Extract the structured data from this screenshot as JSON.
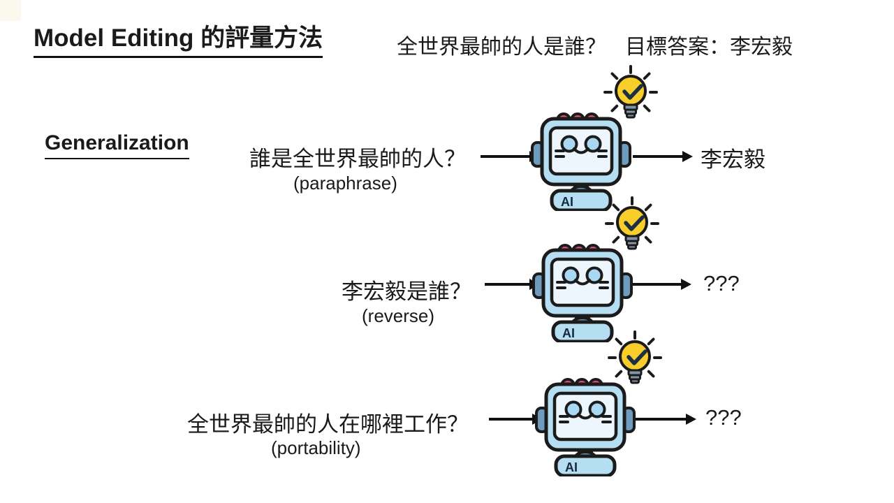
{
  "slide": {
    "title": "Model Editing 的評量方法",
    "header": {
      "question": "全世界最帥的人是誰？",
      "target": "目標答案：李宏毅"
    },
    "section": "Generalization",
    "rows": [
      {
        "question": "誰是全世界最帥的人？",
        "tag": "(paraphrase)",
        "answer": "李宏毅"
      },
      {
        "question": "李宏毅是誰？",
        "tag": "(reverse)",
        "answer": "???"
      },
      {
        "question": "全世界最帥的人在哪裡工作？",
        "tag": "(portability)",
        "answer": "???"
      }
    ],
    "ai_label": "AI",
    "colors": {
      "outline": "#1b1b1b",
      "text": "#1a1a1a",
      "robot_body": "#b5def2",
      "robot_screen": "#ecf6fc",
      "robot_eyes": "#a9d9f2",
      "robot_accent": "#6f9cbd",
      "robot_bumps": "#d94f7d",
      "bulb_yellow": "#f8cf2a",
      "bulb_base": "#8095a8"
    }
  }
}
